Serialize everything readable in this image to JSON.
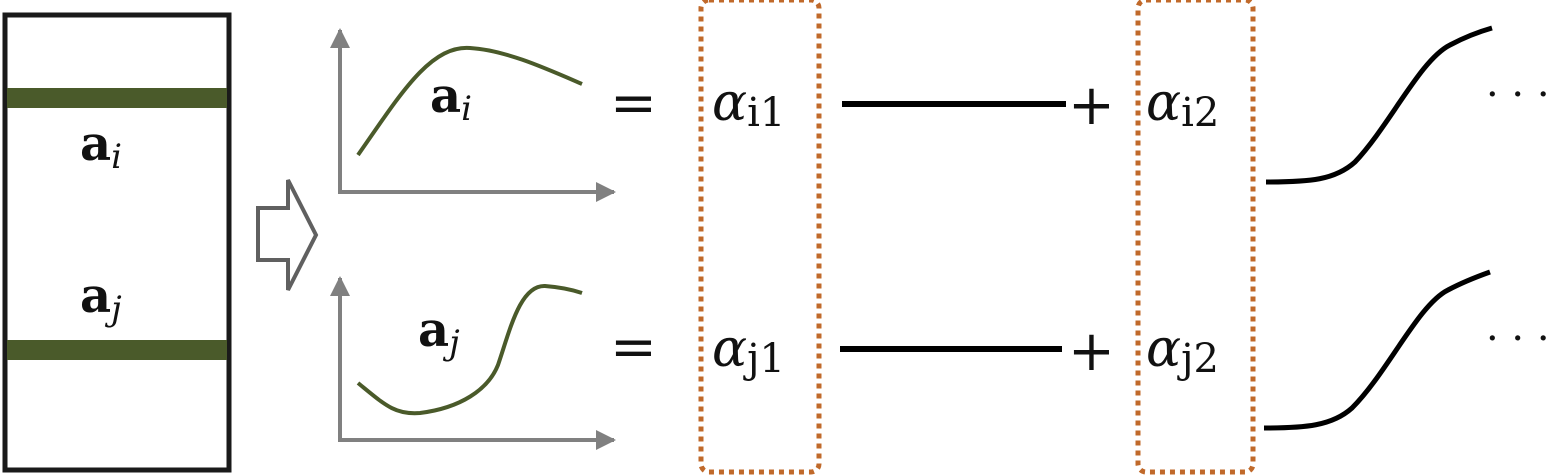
{
  "colors": {
    "frame": "#1a1a1a",
    "row_highlight": "#4a5a2a",
    "curve": "#4a5a2a",
    "axis": "#808080",
    "arrow_outline": "#606060",
    "dashed_box": "#c0692a",
    "basis": "#000000"
  },
  "matrix": {
    "row_i": {
      "base": "a",
      "sub": "i"
    },
    "row_j": {
      "base": "a",
      "sub": "j"
    }
  },
  "plot_i": {
    "label": {
      "base": "a",
      "sub": "i"
    }
  },
  "plot_j": {
    "label": {
      "base": "a",
      "sub": "j"
    }
  },
  "equation_i": {
    "equals": "=",
    "coef1": {
      "base": "α",
      "sub": "i1"
    },
    "plus": "+",
    "coef2": {
      "base": "α",
      "sub": "i2"
    },
    "ellipsis": "· · ·"
  },
  "equation_j": {
    "equals": "=",
    "coef1": {
      "base": "α",
      "sub": "j1"
    },
    "plus": "+",
    "coef2": {
      "base": "α",
      "sub": "j2"
    },
    "ellipsis": "· · ·"
  }
}
